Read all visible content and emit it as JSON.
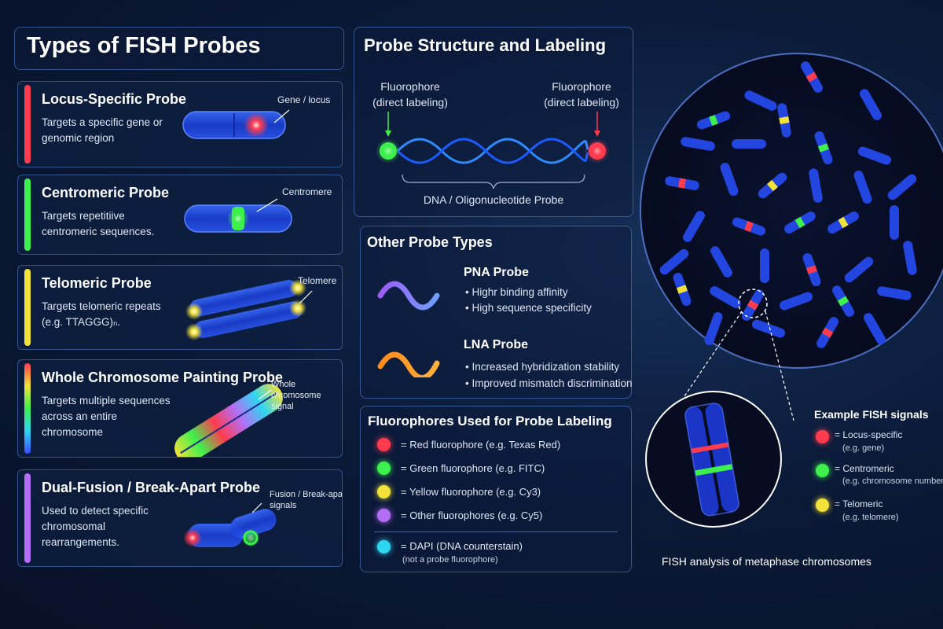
{
  "types_panel": {
    "title": "Types of FISH Probes",
    "cards": [
      {
        "title": "Locus-Specific Probe",
        "desc": "Targets a specific gene or genomic region",
        "label": "Gene / locus",
        "color": "#ff3b4e"
      },
      {
        "title": "Centromeric Probe",
        "desc": "Targets repetitiive centromeric sequences.",
        "label": "Centromere",
        "color": "#3ef04d"
      },
      {
        "title": "Telomeric Probe",
        "desc": "Targets telomeric repeats (e.g. TTAGGG)ₙ.",
        "label": "Telomere",
        "color": "#f2e23a"
      },
      {
        "title": "Whole Chromosome Painting Probe",
        "desc": "Targets multiple sequences across an entire chromosome",
        "label": "Whole chromosome signal",
        "color": "#ffffff"
      },
      {
        "title": "Dual-Fusion / Break-Apart Probe",
        "desc": "Used to detect specific chromosomal rearrangements.",
        "label": "Fusion / Break-apart signals",
        "color": "#b46ef5"
      }
    ]
  },
  "structure_panel": {
    "title": "Probe Structure and Labeling",
    "left_fluor": "Fluorophore",
    "left_fluor_sub": "(direct labeling)",
    "right_fluor": "Fluorophore",
    "right_fluor_sub": "(direct labeling)",
    "dna_label": "DNA / Oligonucleotide Probe"
  },
  "other_panel": {
    "title": "Other Probe Types",
    "pna": {
      "title": "PNA Probe",
      "bullets": [
        "Highr binding affinity",
        "High sequence specificity"
      ]
    },
    "lna": {
      "title": "LNA Probe",
      "bullets": [
        "Increased hybridization stability",
        "Improved mismatch discrimination"
      ]
    }
  },
  "fluor_panel": {
    "title": "Fluorophores Used for Probe Labeling",
    "items": [
      {
        "label": "= Red fluorophore (e.g. Texas Red)",
        "color": "#ff3b4e"
      },
      {
        "label": "= Green fluorophore (e.g. FITC)",
        "color": "#3ef04d"
      },
      {
        "label": "= Yellow fluorophore (e.g. Cy3)",
        "color": "#f2e23a"
      },
      {
        "label": "= Other fluorophores (e.g. Cy5)",
        "color": "#b46ef5"
      }
    ],
    "dapi": {
      "label": "= DAPI (DNA counterstain)",
      "sub": "(not a probe fluorophore)",
      "color": "#2fd6f2"
    }
  },
  "legend": {
    "title": "Example FISH signals",
    "items": [
      {
        "label": "= Locus-specific",
        "sub": "(e.g. gene)",
        "color": "#ff3b4e"
      },
      {
        "label": "= Centromeric",
        "sub": "(e.g. chromosome number)",
        "color": "#3ef04d"
      },
      {
        "label": "= Telomeric",
        "sub": "(e.g. telomere)",
        "color": "#f2e23a"
      }
    ]
  },
  "micro_caption": "FISH analysis of metaphase chromosomes"
}
